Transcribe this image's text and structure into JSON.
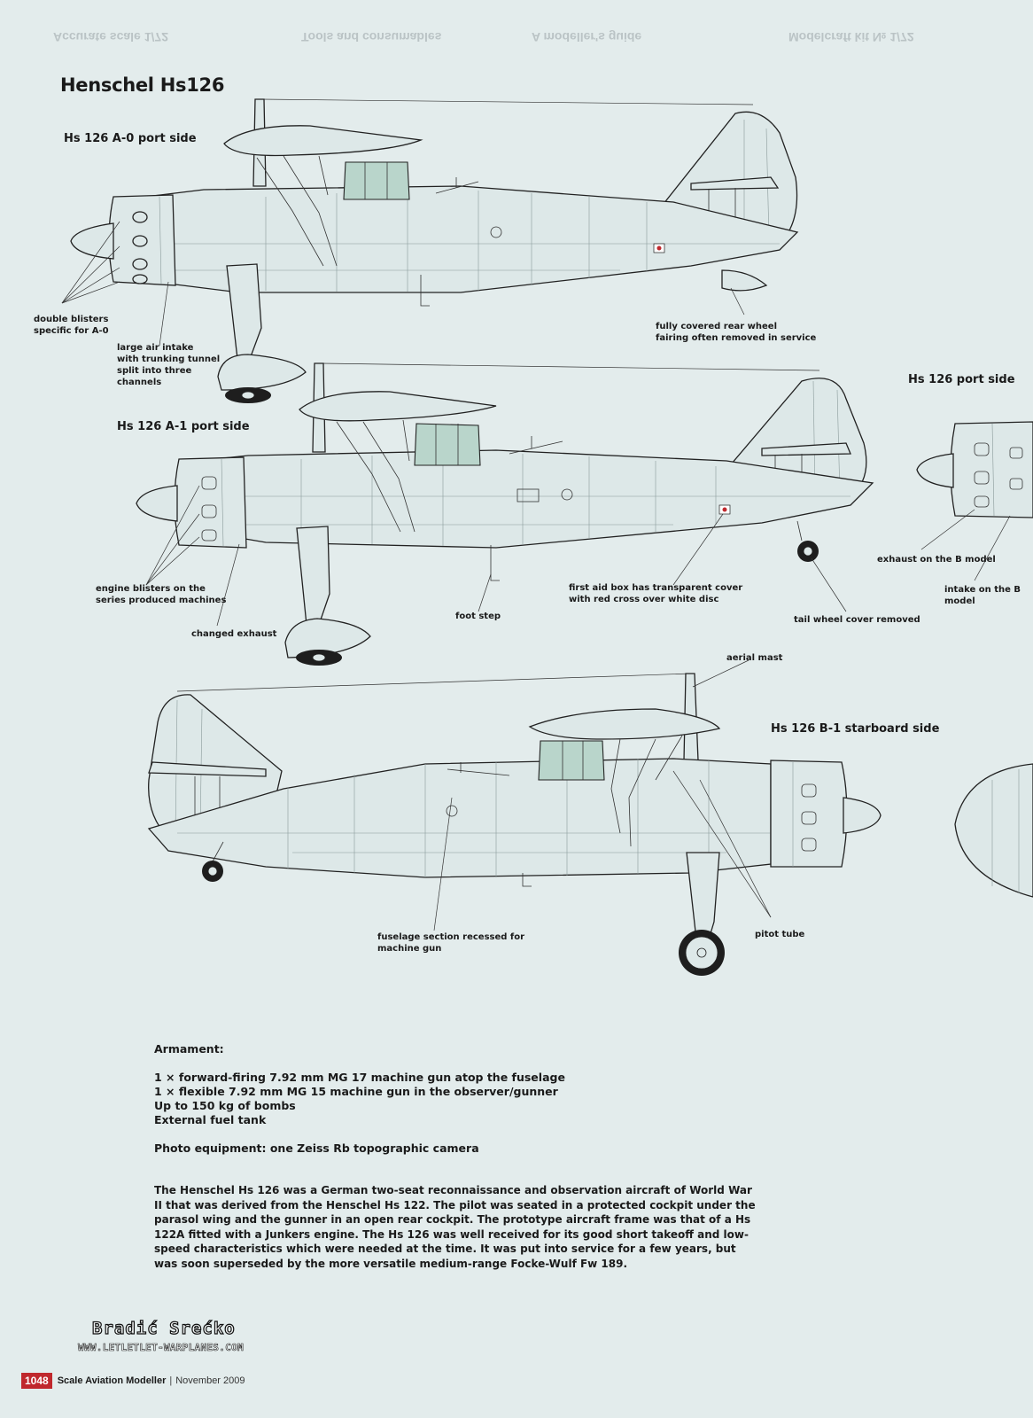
{
  "page_title": "Henschel Hs126",
  "bleed_through": [
    "Modelcraft kit № 1/72",
    "A modeller's guide",
    "Tools and consumables",
    "Accurate scale 1/72"
  ],
  "views": {
    "a0": {
      "title": "Hs 126 A-0 port side",
      "callouts": {
        "double_blisters": "double blisters\nspecific for A-0",
        "air_intake": "large air intake\nwith trunking tunnel\nsplit into three\nchannels",
        "rear_wheel": "fully covered rear wheel\nfairing often removed in service"
      }
    },
    "a1": {
      "title": "Hs 126 A-1 port side",
      "callouts": {
        "engine_blisters": "engine blisters on the\nseries produced machines",
        "changed_exhaust": "changed exhaust",
        "foot_step": "foot step",
        "first_aid": "first aid box has transparent cover\nwith red cross over white disc",
        "tail_wheel": "tail wheel cover removed"
      }
    },
    "b_port": {
      "title": "Hs 126 port side",
      "callouts": {
        "exhaust_b": "exhaust on the B model",
        "intake_b": "intake on the B model"
      }
    },
    "b1": {
      "title": "Hs 126 B-1 starboard side",
      "callouts": {
        "aerial_mast": "aerial mast",
        "fuselage_section": "fuselage section recessed for\nmachine gun",
        "pitot_tube": "pitot tube"
      }
    }
  },
  "armament": {
    "heading": "Armament:",
    "items": [
      "1 × forward-firing 7.92 mm MG 17 machine gun atop the fuselage",
      "1 × flexible 7.92 mm MG 15 machine gun in the observer/gunner",
      "Up to 150 kg of bombs",
      "External fuel tank"
    ],
    "photo_equipment": "Photo equipment: one Zeiss Rb topographic camera"
  },
  "description": "The Henschel Hs 126 was a German two-seat reconnaissance and observation aircraft of World War II that was derived from the Henschel Hs 122. The pilot was seated in a protected cockpit under the parasol wing and the gunner in an open rear cockpit. The prototype aircraft frame was that of a Hs 122A fitted with a Junkers engine. The Hs 126 was well received for its good short takeoff and low-speed characteristics which were needed at the time. It was put into service for a few years, but was soon superseded by the more versatile medium-range Focke-Wulf Fw 189.",
  "artist": {
    "name": "Bradić Srećko",
    "url": "WWW.LETLETLET-WARPLANES.COM"
  },
  "footer": {
    "page_number": "1048",
    "magazine": "Scale Aviation Modeller",
    "separator": "|",
    "issue": "November 2009"
  },
  "colors": {
    "background": "#e3ecec",
    "aircraft_fill": "#dde8e8",
    "glazing": "#b9d5cb",
    "line": "#222222",
    "accent": "#c0282d"
  }
}
